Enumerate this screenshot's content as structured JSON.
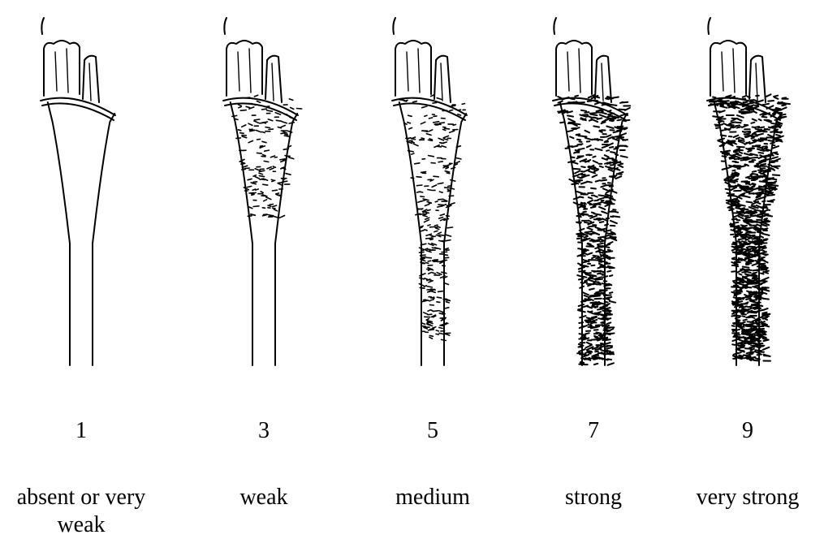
{
  "scale": [
    {
      "score": "1",
      "description": "absent or very weak",
      "intensity": 0
    },
    {
      "score": "3",
      "description": "weak",
      "intensity": 1
    },
    {
      "score": "5",
      "description": "medium",
      "intensity": 2
    },
    {
      "score": "7",
      "description": "strong",
      "intensity": 3
    },
    {
      "score": "9",
      "description": "very strong",
      "intensity": 4
    }
  ],
  "colors": {
    "ink": "#000000",
    "background": "#ffffff"
  }
}
